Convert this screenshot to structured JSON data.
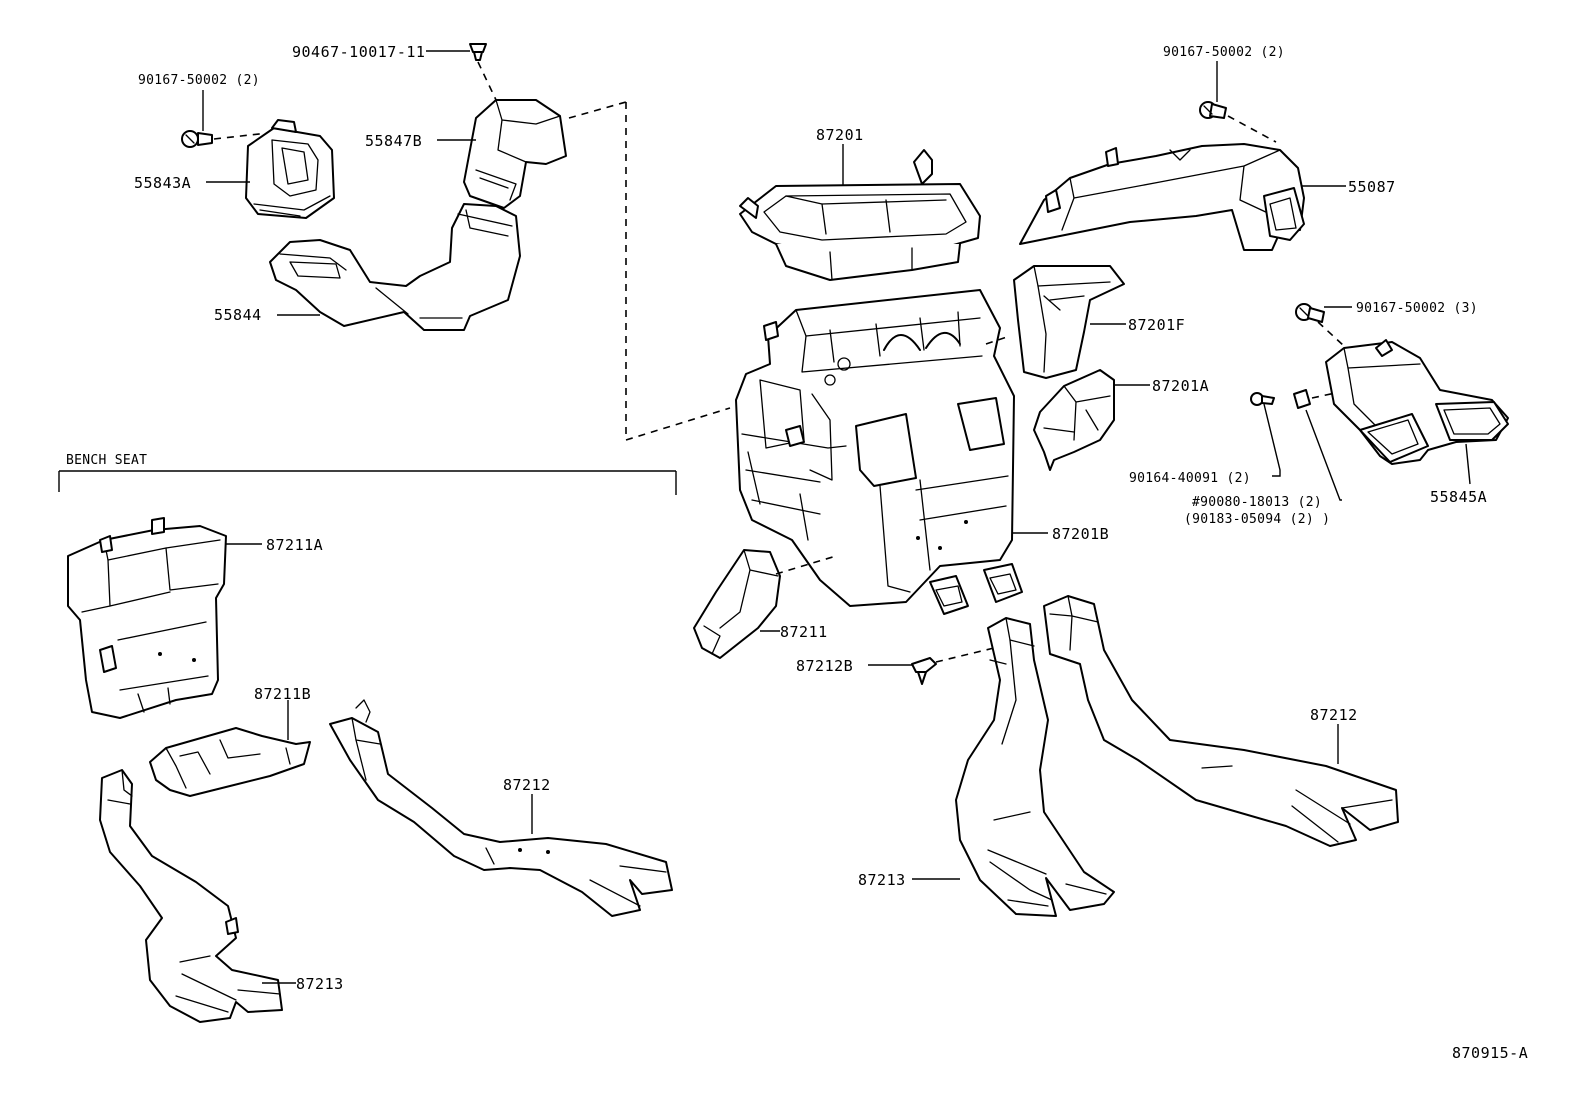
{
  "diagram_id": "870915-A",
  "section": {
    "bench_seat": "BENCH SEAT"
  },
  "labels": {
    "p90467": "90467-10017-11",
    "p90167_a": "90167-50002 (2)",
    "p55847B": "55847B",
    "p55843A": "55843A",
    "p55844": "55844",
    "p87201": "87201",
    "p90167_b": "90167-50002 (2)",
    "p55087": "55087",
    "p87201F": "87201F",
    "p90167_c": "90167-50002 (3)",
    "p87201A": "87201A",
    "p90164": "90164-40091 (2)",
    "p90080": "#90080-18013 (2)",
    "p90183": "(90183-05094 (2) )",
    "p55845A": "55845A",
    "p87201B": "87201B",
    "p87211": "87211",
    "p87212B": "87212B",
    "p87212_right": "87212",
    "p87213_right": "87213",
    "p87211A": "87211A",
    "p87211B": "87211B",
    "p87212_left": "87212",
    "p87213_left": "87213"
  },
  "colors": {
    "line": "#000000",
    "background": "#ffffff"
  }
}
